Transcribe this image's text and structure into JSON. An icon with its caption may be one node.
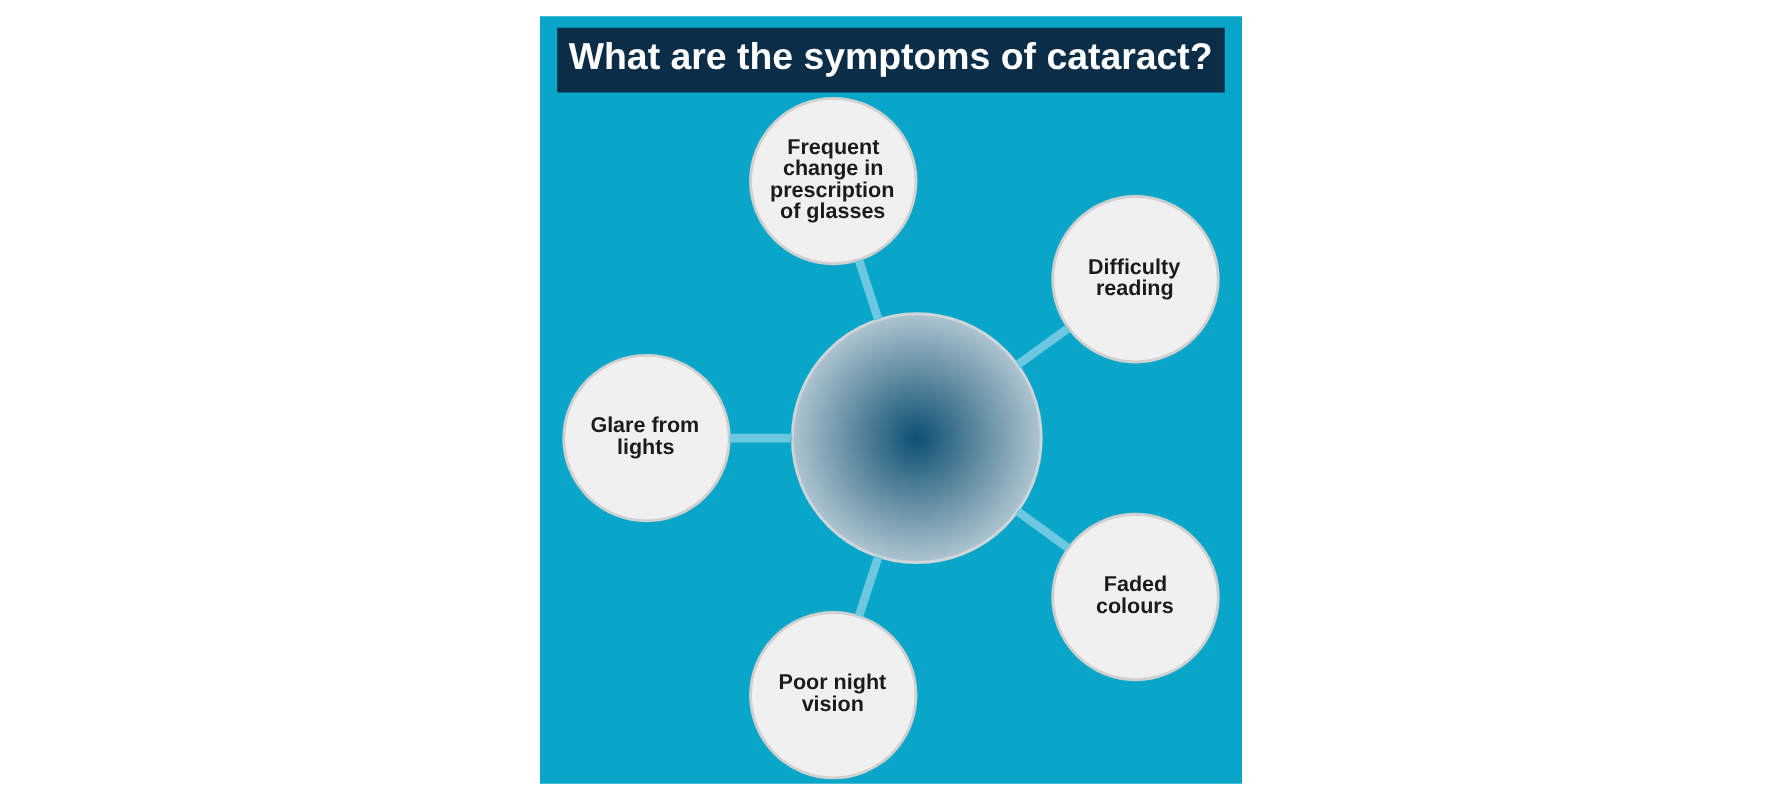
{
  "diagram": {
    "title": "What are the symptoms of cataract?",
    "nodes": [
      {
        "text": [
          "Difficulty reading"
        ]
      },
      {
        "text": [
          "Frequent change in prescription of glasses"
        ]
      },
      {
        "text": [
          "Glare from lights"
        ]
      },
      {
        "text": [],
        "shape": "picture"
      },
      {
        "text": [
          "Poor night vision"
        ]
      },
      {
        "text": [
          "Faded colours"
        ]
      }
    ],
    "edges": [
      {
        "from": 0,
        "to": 3,
        "arrow": "none"
      },
      {
        "from": 1,
        "to": 3,
        "arrow": "none"
      },
      {
        "from": 2,
        "to": 3,
        "arrow": "none"
      },
      {
        "from": 4,
        "to": 3,
        "arrow": "none"
      },
      {
        "from": 5,
        "to": 3,
        "arrow": "none"
      }
    ]
  }
}
